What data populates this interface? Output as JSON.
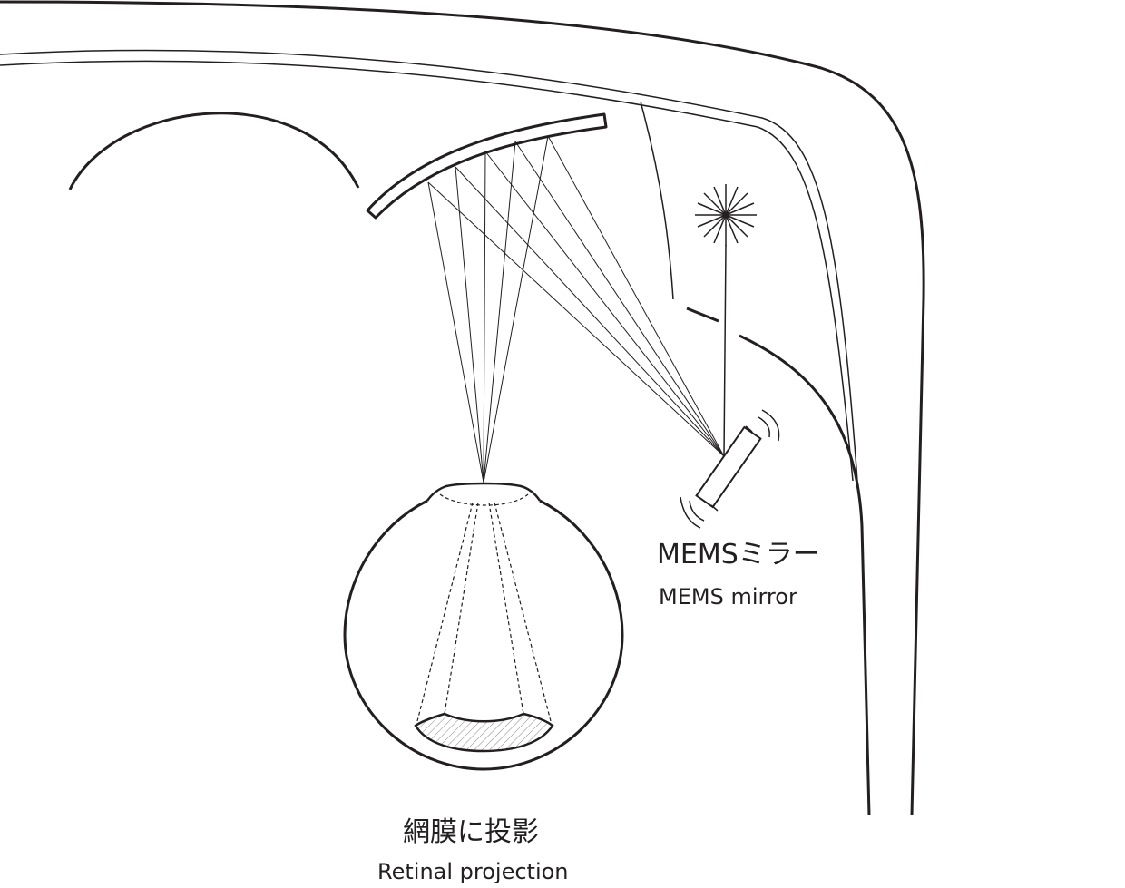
{
  "labels": {
    "mems_jp": "MEMSミラー",
    "mems_en": "MEMS mirror",
    "retina_jp": "網膜に投影",
    "retina_en": "Retinal projection"
  },
  "colors": {
    "stroke": "#231f20",
    "background": "#ffffff",
    "hatch": "#8a8a8a"
  },
  "icons": {
    "light_source": "starburst-icon",
    "mirror": "mems-mirror-icon",
    "eye": "eyeball-icon"
  }
}
